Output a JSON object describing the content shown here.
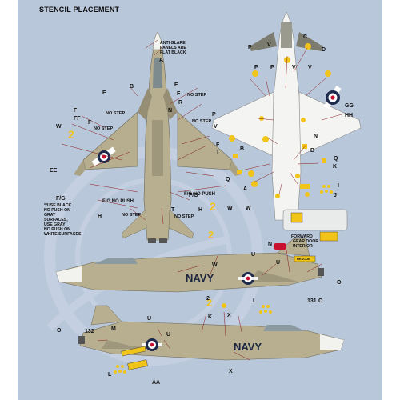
{
  "title": "STENCIL PLACEMENT",
  "navy_text_upper": "NAVY",
  "navy_text_lower": "NAVY",
  "notes": {
    "anti_glare": [
      "ANTI GLARE",
      "PANELS ARE",
      "FLAT BLACK"
    ],
    "use_black": [
      "**USE BLACK",
      "NO PUSH ON",
      "GRAY",
      "SURFACES,",
      "USE GRAY",
      "NO PUSH ON",
      "WHITE SURFACES"
    ],
    "gear_door": [
      "FORWARD",
      "GEAR DOOR",
      "INTERIOR"
    ],
    "fg_no_push": "F/G NO PUSH",
    "no_step": "NO STEP",
    "number_132": "132",
    "number_131": "131",
    "rescue": "RESCUE"
  },
  "labels": [
    "A",
    "F",
    "F",
    "R",
    "N",
    "B",
    "F",
    "F",
    "FF",
    "F",
    "W",
    "P",
    "V",
    "F",
    "T",
    "EE",
    "F/G",
    "H",
    "F/G",
    "T",
    "H",
    "W",
    "P",
    "V",
    "C",
    "D",
    "P",
    "P",
    "V",
    "V",
    "GG",
    "HH",
    "B",
    "N",
    "B",
    "Q",
    "K",
    "Q",
    "A",
    "I",
    "J",
    "W",
    "W",
    "U",
    "U",
    "N",
    "O",
    "L",
    "2",
    "K",
    "X",
    "U",
    "U",
    "O",
    "L",
    "AA",
    "X",
    "M",
    "O"
  ],
  "colors": {
    "background": "#b9c7da",
    "aircraft_camouflage": "#b7af90",
    "stencil_yellow": "#f0c419",
    "leader_line": "#8a1c1c",
    "roundel_blue": "#1d2a4d",
    "roundel_red": "#c8102e"
  }
}
